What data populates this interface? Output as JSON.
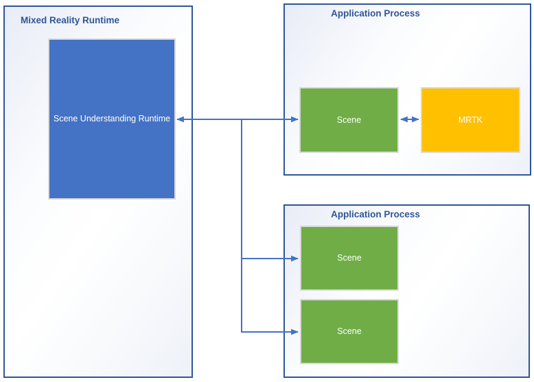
{
  "diagram": {
    "mixed_reality_runtime": {
      "title": "Mixed Reality Runtime",
      "runtime_box": {
        "label": "Scene Understanding Runtime"
      }
    },
    "application_process_top": {
      "title": "Application Process",
      "scene_box": {
        "label": "Scene"
      },
      "mrtk_box": {
        "label": "MRTK"
      }
    },
    "application_process_bottom": {
      "title": "Application Process",
      "scene_box_1": {
        "label": "Scene"
      },
      "scene_box_2": {
        "label": "Scene"
      }
    },
    "connectors": [
      {
        "from": "Scene Understanding Runtime",
        "to": "Scene (top Application Process)",
        "bidirectional": true
      },
      {
        "from": "Scene Understanding Runtime",
        "to": "Scene (bottom Application Process, first)",
        "bidirectional": false
      },
      {
        "from": "Scene Understanding Runtime",
        "to": "Scene (bottom Application Process, second)",
        "bidirectional": false
      },
      {
        "from": "Scene (top Application Process)",
        "to": "MRTK",
        "bidirectional": true
      }
    ]
  },
  "colors": {
    "container_border": "#2F5597",
    "container_title": "#2F5597",
    "runtime_fill": "#4472C4",
    "scene_fill": "#70AD47",
    "mrtk_fill": "#FFC000",
    "label_text": "#FFFFFF",
    "box_border": "#D9D9D9",
    "connector": "#4472C4"
  }
}
